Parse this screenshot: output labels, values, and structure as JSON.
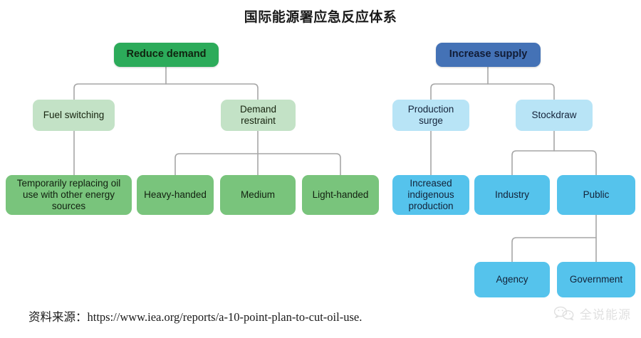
{
  "title": "国际能源署应急反应体系",
  "source": {
    "label": "资料来源：",
    "url": "https://www.iea.org/reports/a-10-point-plan-to-cut-oil-use."
  },
  "watermark": {
    "icon": "wechat-icon",
    "text": "全说能源"
  },
  "colors": {
    "root_green": "#2cab5a",
    "mid_green": "#c3e2c6",
    "leaf_green": "#79c47c",
    "root_blue": "#4472b6",
    "mid_blue": "#b8e4f6",
    "leaf_blue": "#55c3ec",
    "connector": "#a6a6a6",
    "title_text": "#1a1a1a"
  },
  "diagram": {
    "type": "tree",
    "branches": [
      {
        "name": "reduce-demand",
        "root": "Reduce demand",
        "children": [
          {
            "name": "fuel-switching",
            "label": "Fuel switching",
            "children": [
              {
                "name": "temporarily-replacing-oil",
                "label": "Temporarily replacing oil use with other energy sources"
              }
            ]
          },
          {
            "name": "demand-restraint",
            "label": "Demand\nrestraint",
            "children": [
              {
                "name": "heavy-handed",
                "label": "Heavy-handed"
              },
              {
                "name": "medium",
                "label": "Medium"
              },
              {
                "name": "light-handed",
                "label": "Light-handed"
              }
            ]
          }
        ]
      },
      {
        "name": "increase-supply",
        "root": "Increase supply",
        "children": [
          {
            "name": "production-surge",
            "label": "Production\nsurge",
            "children": [
              {
                "name": "increased-indigenous-production",
                "label": "Increased\nindigenous\nproduction"
              }
            ]
          },
          {
            "name": "stockdraw",
            "label": "Stockdraw",
            "children": [
              {
                "name": "industry",
                "label": "Industry"
              },
              {
                "name": "public",
                "label": "Public",
                "children": [
                  {
                    "name": "agency",
                    "label": "Agency"
                  },
                  {
                    "name": "government",
                    "label": "Government"
                  }
                ]
              }
            ]
          }
        ]
      }
    ]
  },
  "nodes": {
    "reduce_demand": "Reduce demand",
    "increase_supply": "Increase supply",
    "fuel_switching": "Fuel switching",
    "demand_restraint": "Demand\nrestraint",
    "production_surge": "Production\nsurge",
    "stockdraw": "Stockdraw",
    "temporarily_replacing": "Temporarily replacing oil use with other energy sources",
    "heavy_handed": "Heavy-handed",
    "medium": "Medium",
    "light_handed": "Light-handed",
    "increased_indigenous": "Increased\nindigenous\nproduction",
    "industry": "Industry",
    "public": "Public",
    "agency": "Agency",
    "government": "Government"
  }
}
